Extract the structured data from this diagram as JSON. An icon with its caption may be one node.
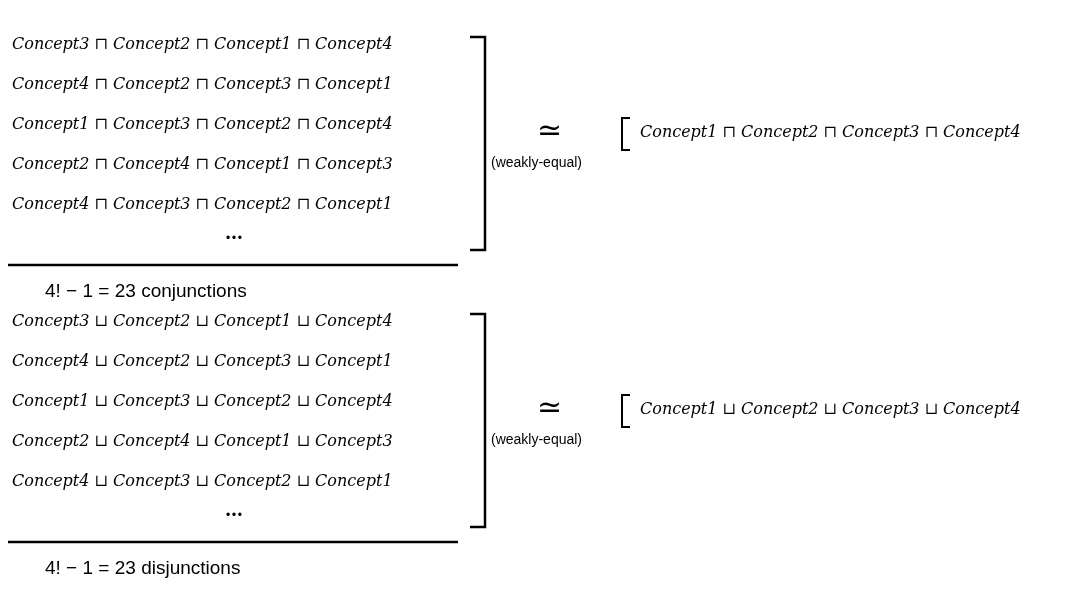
{
  "diagram": {
    "labels": [
      "Concept3 ⊓ Concept2 ⊓ Concept1 ⊓ Concept4",
      "Concept4 ⊓ Concept2 ⊓ Concept3 ⊓ Concept1",
      "Concept1 ⊓ Concept3 ⊓ Concept2 ⊓ Concept4",
      "Concept2 ⊓ Concept4 ⊓ Concept1 ⊓ Concept3",
      "Concept4 ⊓ Concept3 ⊓ Concept2 ⊓ Concept1",
      "…",
      "4! − 1 = 23 conjunctions",
      "≃",
      "(weakly-equal)",
      "Concept1 ⊓ Concept2 ⊓ Concept3 ⊓ Concept4",
      "Concept3 ⊔ Concept2 ⊔ Concept1 ⊔ Concept4",
      "Concept4 ⊔ Concept2 ⊔ Concept3 ⊔ Concept1",
      "Concept1 ⊔ Concept3 ⊔ Concept2 ⊔ Concept4",
      "Concept2 ⊔ Concept4 ⊔ Concept1 ⊔ Concept3",
      "Concept4 ⊔ Concept3 ⊔ Concept2 ⊔ Concept1",
      "…",
      "4! − 1 = 23 disjunctions",
      "≃",
      "(weakly-equal)",
      "Concept1 ⊔ Concept2 ⊔ Concept3 ⊔ Concept4"
    ]
  }
}
